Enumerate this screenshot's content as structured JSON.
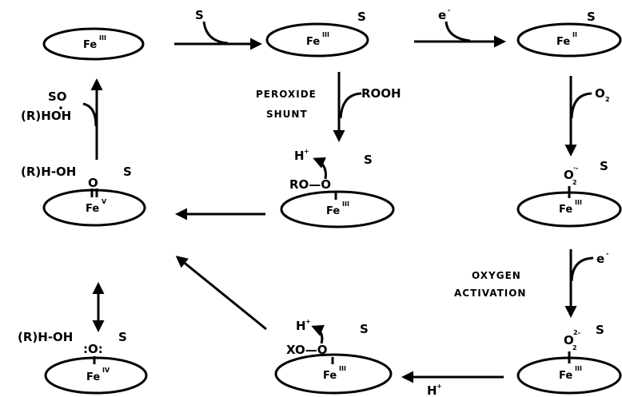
{
  "states": {
    "s1": {
      "metal": "Fe",
      "ox": "III",
      "substrate": ""
    },
    "s2": {
      "metal": "Fe",
      "ox": "III",
      "substrate": "S"
    },
    "s3": {
      "metal": "Fe",
      "ox": "II",
      "substrate": "S"
    },
    "s4": {
      "metal": "Fe",
      "ox": "III",
      "substrate": "S",
      "ligand": "O",
      "ligand_sub": "2",
      "ligand_sup": "·-"
    },
    "s5": {
      "metal": "Fe",
      "ox": "III",
      "substrate": "S",
      "ligand": "O",
      "ligand_sub": "2",
      "ligand_sup": "2-"
    },
    "s6": {
      "metal": "Fe",
      "ox": "III",
      "substrate": "S",
      "ligand": "XO—O"
    },
    "s7": {
      "metal": "Fe",
      "ox": "III",
      "substrate": "S",
      "ligand": "RO—O"
    },
    "s8": {
      "metal": "Fe",
      "ox": "V",
      "substrate": "S",
      "ligand": "O",
      "prefix": "(R)H-OH"
    },
    "s9": {
      "metal": "Fe",
      "ox": "IV",
      "substrate": "S",
      "ligand": ":O:",
      "prefix": "(R)H-OH"
    }
  },
  "arrow_labels": {
    "s_in": "S",
    "e1": "e",
    "e1_sup": "-",
    "o2": "O",
    "o2_sub": "2",
    "e2": "e",
    "e2_sup": "-",
    "rooh": "ROOH",
    "h_bottom": "H",
    "h_bottom_sup": "+",
    "h_s6": "H",
    "h_s6_sup": "+",
    "h_s7": "H",
    "h_s7_sup": "+",
    "products_so": "SO",
    "products_roh": "(R)HOH"
  },
  "annotations": {
    "peroxide_line1": "PEROXIDE",
    "peroxide_line2": "SHUNT",
    "oxygen_line1": "OXYGEN",
    "oxygen_line2": "ACTIVATION"
  }
}
